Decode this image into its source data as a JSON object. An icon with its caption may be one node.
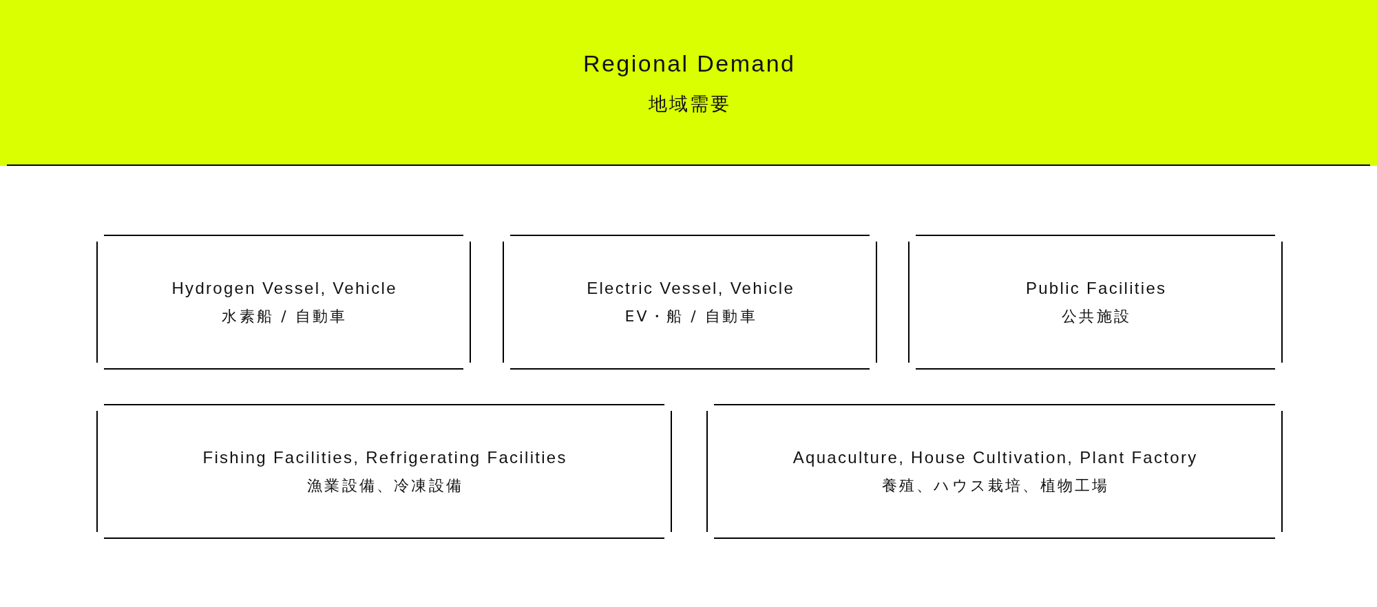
{
  "diagram": {
    "nodes": [
      {
        "text": [
          "Regional Demand",
          "地域需要"
        ]
      },
      {
        "text": [
          "Hydrogen Vessel, Vehicle",
          "水素船 / 自動車"
        ]
      },
      {
        "text": [
          "Electric Vessel, Vehicle",
          "EV・船 / 自動車"
        ]
      },
      {
        "text": [
          "Public Facilities",
          "公共施設"
        ]
      },
      {
        "text": [
          "Fishing Facilities, Refrigerating Facilities",
          "漁業設備、冷凍設備"
        ]
      },
      {
        "text": [
          "Aquaculture, House Cultivation, Plant Factory",
          "養殖、ハウス栽培、植物工場"
        ]
      }
    ]
  }
}
